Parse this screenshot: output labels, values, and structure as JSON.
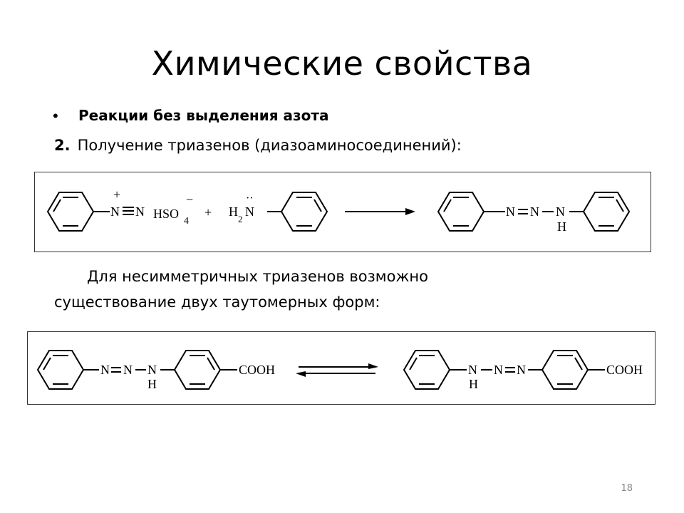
{
  "slide": {
    "title": "Химические свойства",
    "bullet_symbol": "•",
    "bullet_text": "Реакции без выделения азота",
    "item_number": "2.",
    "item_text": "Получение триазенов (диазоаминосоединений):",
    "paragraph_line1": "Для несимметричных триазенов возможно",
    "paragraph_line2": "существование двух таутомерных форм:",
    "page_number": "18"
  },
  "reaction1": {
    "plus_charge": "+",
    "minus_charge": "−",
    "diazonium_N1": "N",
    "diazonium_N2": "N",
    "anion": "HSO",
    "anion_sub": "4",
    "plus_sign": "+",
    "amine_H": "H",
    "amine_sub": "2",
    "amine_N": "N",
    "lone_pair": "··",
    "product_N1": "N",
    "product_N2": "N",
    "product_N3": "N",
    "product_H": "H"
  },
  "reaction2": {
    "left_N1": "N",
    "left_N2": "N",
    "left_N3": "N",
    "left_H": "H",
    "left_acid": "COOH",
    "right_N1": "N",
    "right_N2": "N",
    "right_N3": "N",
    "right_H": "H",
    "right_acid": "COOH"
  }
}
